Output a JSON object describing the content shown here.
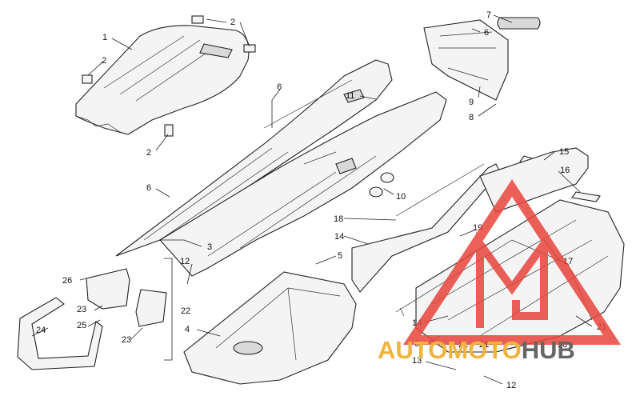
{
  "diagram": {
    "callouts": {
      "c1": "1",
      "c2a": "2",
      "c2b": "2",
      "c2c": "2",
      "c3": "3",
      "c4": "4",
      "c5": "5",
      "c6a": "6",
      "c6b": "6",
      "c6c": "6",
      "c6d": "6",
      "c7": "7",
      "c8": "8",
      "c9": "9",
      "c10": "10",
      "c11": "11",
      "c12a": "12",
      "c12b": "12",
      "c13": "13",
      "c14a": "14",
      "c14b": "14",
      "c15": "15",
      "c16": "16",
      "c17": "17",
      "c18": "18",
      "c19": "19",
      "c20": "20",
      "c21a": "21",
      "c21b": "21",
      "c21c": "21",
      "c22": "22",
      "c23a": "23",
      "c23b": "23",
      "c24": "24",
      "c25": "25",
      "c26": "26"
    }
  },
  "watermark": {
    "part_auto": "AUTO",
    "part_moto": "MOTO",
    "part_hub": "HUB",
    "colors": {
      "auto": "#f0b43c",
      "moto": "#f0b43c",
      "hub": "#666666",
      "logo": "#e8453c"
    }
  }
}
